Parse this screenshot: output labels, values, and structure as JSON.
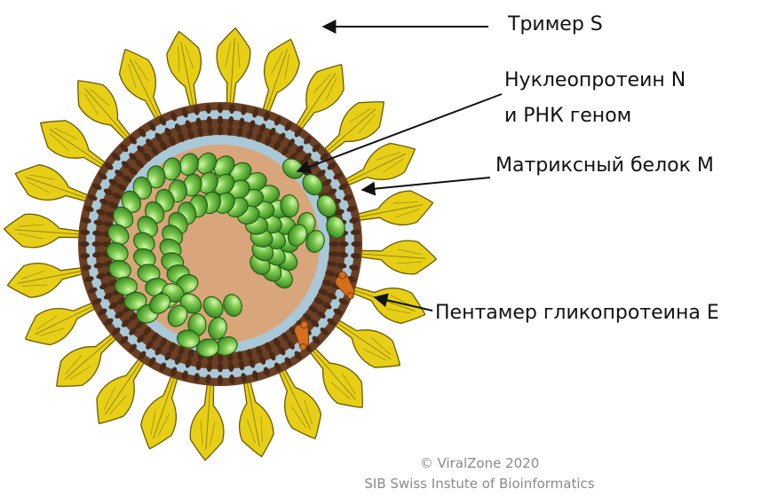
{
  "labels": {
    "spike": "Тример S",
    "nucleoprotein_line1": "Нуклеопротеин N",
    "nucleoprotein_line2": "и РНК геном",
    "matrix": "Матриксный белок M",
    "envelope": "Пентамер гликопротеина E"
  },
  "credits": {
    "line1": "© ViralZone 2020",
    "line2": "SIB Swiss Instute of Bioinformatics"
  },
  "colors": {
    "spike_fill": "#e6cf16",
    "spike_stroke": "#6b5a00",
    "membrane_brown": "#6b3f24",
    "membrane_blue": "#a9c8d8",
    "interior": "#d9a57a",
    "nucleoprotein_fill": "#5aae3a",
    "nucleoprotein_highlight": "#c9ef9a",
    "nucleoprotein_stroke": "#1e5a12",
    "envelope_protein": "#d4701c",
    "arrow": "#111111",
    "credit_text": "#8a8a8a"
  }
}
